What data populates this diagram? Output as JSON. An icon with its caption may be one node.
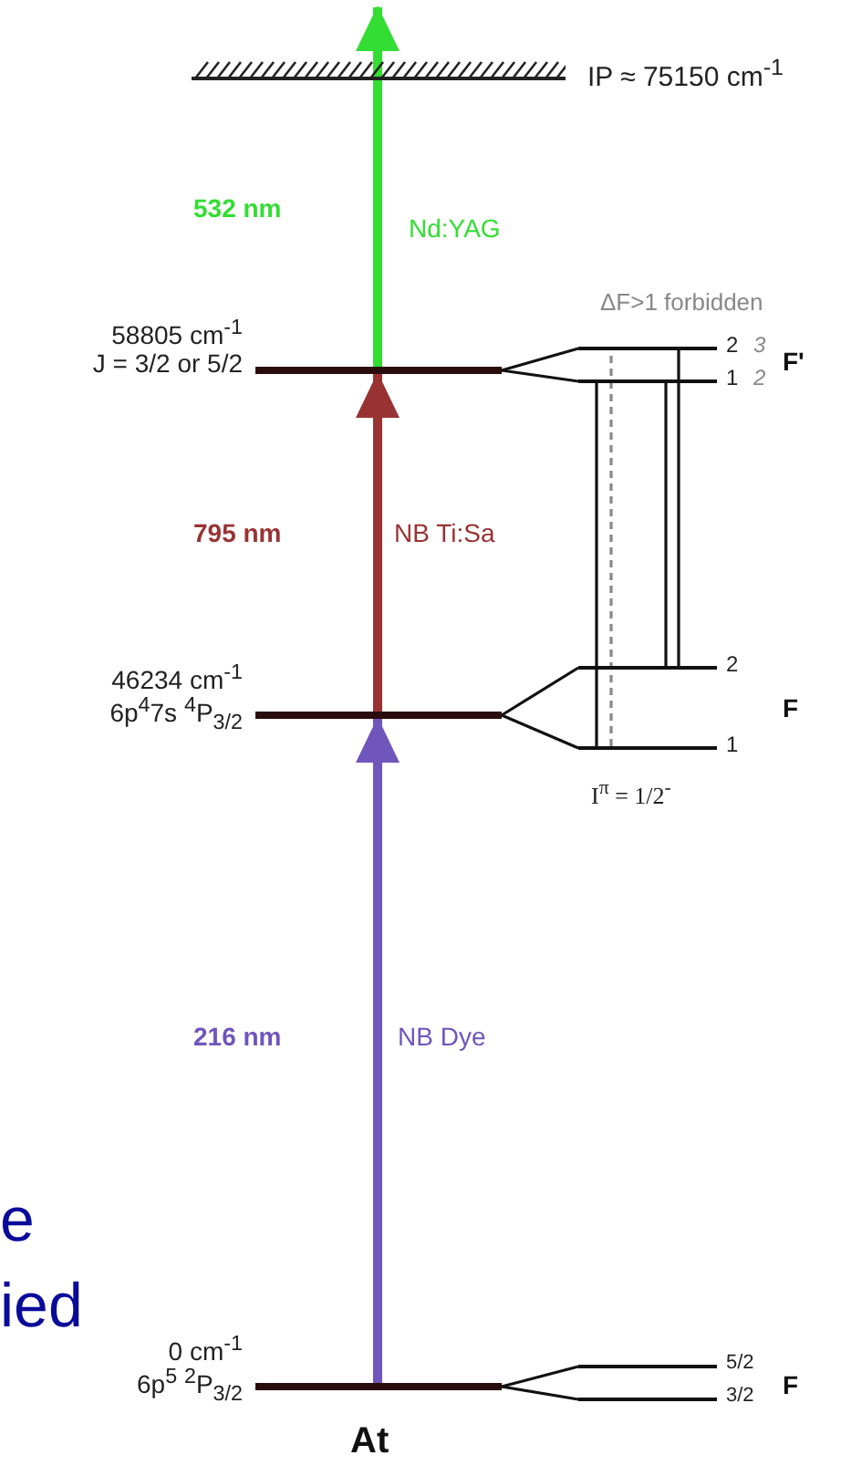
{
  "diagram": {
    "nodes": [
      {
        "text": [
          "IP ≈ 75150 cm$^{-1}$"
        ]
      },
      {
        "text": [
          "58805 cm$^{-1}$",
          "J = 3/2 or 5/2"
        ]
      },
      {
        "text": [
          "46234 cm$^{-1}$",
          "6p$^{4}$7s $^{4}$P$_{3/2}$"
        ]
      },
      {
        "text": [
          "0 cm$^{-1}$",
          "6p$^{5}$ $^{2}$P$_{3/2}$"
        ]
      },
      {
        "text": [
          "2",
          "3"
        ]
      },
      {
        "text": [
          "1",
          "2"
        ]
      },
      {
        "text": [
          "2"
        ]
      },
      {
        "text": [
          "1"
        ]
      },
      {
        "text": [
          "5/2"
        ]
      },
      {
        "text": [
          "3/2"
        ]
      }
    ],
    "edges": [
      {
        "from": 3,
        "to": 2,
        "arrow": "to",
        "label": "216 nm",
        "style": "thick",
        "color": "#7055bb"
      },
      {
        "from": 2,
        "to": 1,
        "arrow": "to",
        "label": "795 nm",
        "style": "thick",
        "color": "#993333"
      },
      {
        "from": 1,
        "to": 0,
        "arrow": "to",
        "label": "532 nm",
        "style": "thick",
        "color": "#33dd33"
      },
      {
        "from": 1,
        "to": 4,
        "arrow": "none"
      },
      {
        "from": 1,
        "to": 5,
        "arrow": "none"
      },
      {
        "from": 2,
        "to": 6,
        "arrow": "none"
      },
      {
        "from": 2,
        "to": 7,
        "arrow": "none"
      },
      {
        "from": 3,
        "to": 8,
        "arrow": "none"
      },
      {
        "from": 3,
        "to": 9,
        "arrow": "none"
      },
      {
        "from": 7,
        "to": 5,
        "arrow": "none"
      },
      {
        "from": 7,
        "to": 4,
        "arrow": "none",
        "style": "dashed",
        "color": "#888888"
      },
      {
        "from": 6,
        "to": 5,
        "arrow": "none"
      },
      {
        "from": 6,
        "to": 4,
        "arrow": "none"
      }
    ],
    "labels": [
      "Nd:YAG",
      "NB Ti:Sa",
      "NB Dye",
      "ΔF>1 forbidden",
      "F'",
      "F",
      "I$^{π}$ = 1/2$^{-}$",
      "F",
      "At",
      "e",
      "ied"
    ]
  }
}
